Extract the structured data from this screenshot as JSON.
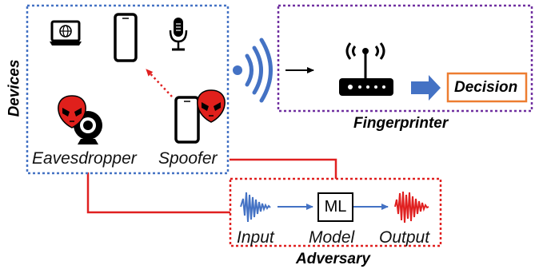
{
  "devices_panel": {
    "title": "Devices",
    "eavesdropper_label": "Eavesdropper",
    "spoofer_label": "Spoofer"
  },
  "fingerprinter_panel": {
    "title": "Fingerprinter",
    "decision_label": "Decision"
  },
  "adversary_panel": {
    "title": "Adversary",
    "input_label": "Input",
    "model_label": "Model",
    "output_label": "Output",
    "ml_box_text": "ML"
  },
  "colors": {
    "devices_border": "#4472c4",
    "fingerprinter_border": "#7030a0",
    "adversary_border": "#e02020",
    "signal_blue": "#4472c4",
    "decision_border": "#ed7d31",
    "alien_red": "#e0201c",
    "connector_red": "#e02020"
  },
  "icons": [
    "laptop-globe-icon",
    "smartphone-icon",
    "microphone-icon",
    "alien-icon",
    "webcam-icon",
    "wifi-signal-icon",
    "router-icon",
    "waveform-icon"
  ]
}
